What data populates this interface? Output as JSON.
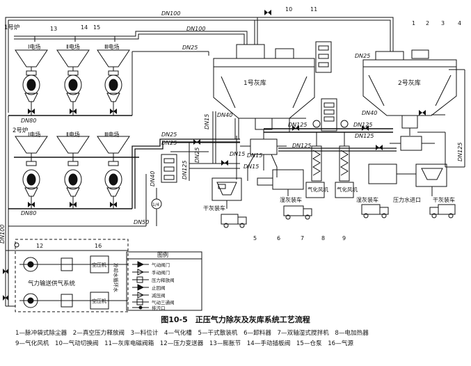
{
  "figure": {
    "title": "图10-5　正压气力除灰及灰库系统工艺流程",
    "legend_lines": [
      "1—脉冲袋式除尘器　2—真空压力释放阀　3—料位计　4—气化槽　5—干式散装机　6—卸料器　7—双轴湿式搅拌机　8—电加热器",
      "9—气化风机　10—气动切换阀　11—灰库电磁阀箱　12—压力变送器　13—膨胀节　14—手动插板阀　15—仓泵　16—气源"
    ]
  },
  "diagram": {
    "furnaces": [
      {
        "name": "1号炉",
        "fields": [
          "Ⅰ电场",
          "Ⅱ电场",
          "Ⅲ电场"
        ]
      },
      {
        "name": "2号炉",
        "fields": [
          "Ⅰ电场",
          "Ⅱ电场",
          "Ⅲ电场"
        ]
      }
    ],
    "silos": [
      "1号灰库",
      "2号灰库"
    ],
    "pipe_labels": {
      "top_1": "DN100",
      "top_2": "DN100",
      "dn25_top": "DN25",
      "dn25_right": "DN25",
      "dn80_1": "DN80",
      "dn80_2": "DN80",
      "dn40_1": "DN40",
      "dn40_2": "DN40",
      "dn15_1": "DN15",
      "dn15_2": "DN15",
      "dn15_3": "DN15",
      "dn15_4": "DN15",
      "dn125_a": "DN125",
      "dn125_b": "DN125",
      "dn125_c": "DN125",
      "dn125_d": "DN125",
      "dn125_e": "DN125",
      "dn125_f": "DN125",
      "dn25_left1": "DN25",
      "dn25_left2": "DN25",
      "dn25_mid": "DN25",
      "dn40_v": "DN40",
      "dn50": "DN50",
      "dn100_v": "DN100"
    },
    "numbers": {
      "n1": "1",
      "n2": "2",
      "n3": "3",
      "n4": "4",
      "n5": "5",
      "n6": "6",
      "n7": "7",
      "n8": "8",
      "n9": "9",
      "n10": "10",
      "n11": "11",
      "n12": "12",
      "n13": "13",
      "n14": "14",
      "n15": "15",
      "n16": "16"
    },
    "equipment": {
      "dry_truck_1": "干灰装车",
      "wet_truck_1": "湿灰装车",
      "wet_truck_2": "湿灰装车",
      "dry_truck_2": "干灰装车",
      "water_inlet": "压力水进口",
      "fan_1": "气化风机",
      "fan_2": "气化风机",
      "air_supply_system": "气力输送供气系统",
      "compressor_1": "空压机",
      "compressor_2": "空压机",
      "cooling_water": "冷却水循环水",
      "instrument": "1/4"
    },
    "legend_box": {
      "title": "图例",
      "items": [
        "气动阀门",
        "手动阀门",
        "压力释放阀",
        "止回阀",
        "减压阀",
        "气动三通阀",
        "排污口"
      ]
    }
  }
}
